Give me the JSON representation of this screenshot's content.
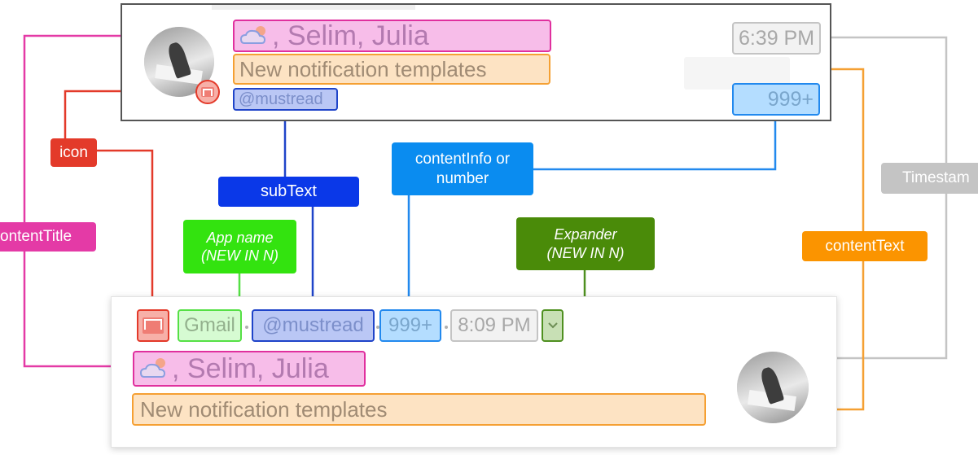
{
  "colors": {
    "contentTitle": "#e43aa6",
    "contentText": "#f5a033",
    "contentInfo": "#2289ee",
    "subText": "#1f44c9",
    "timestamp": "#c4c4c4",
    "icon": "#e33a2a",
    "appName": "#55e045",
    "expander": "#4f9020"
  },
  "old_notification": {
    "title_suffix": ", Selim, Julia",
    "title_icon": "weather-cloud-sun-icon",
    "text": "New notification templates",
    "subtext": "@mustread",
    "time": "6:39 PM",
    "info": "999+",
    "badge_icon": "gmail-icon"
  },
  "new_notification": {
    "app_icon": "gmail-icon",
    "app_name": "Gmail",
    "subtext": "@mustread",
    "info": "999+",
    "time": "8:09 PM",
    "expander_icon": "chevron-down-icon",
    "title_suffix": ", Selim, Julia",
    "title_icon": "weather-cloud-sun-icon",
    "text": "New notification templates"
  },
  "labels": {
    "icon": "icon",
    "contentTitle": "ontentTitle",
    "subText": "subText",
    "appName_line1": "App name",
    "appName_line2": "(NEW IN N)",
    "contentInfo_line1": "contentInfo or",
    "contentInfo_line2": "number",
    "expander_line1": "Expander",
    "expander_line2": "(NEW IN N)",
    "timestamp": "Timestam",
    "contentText": "contentText"
  }
}
